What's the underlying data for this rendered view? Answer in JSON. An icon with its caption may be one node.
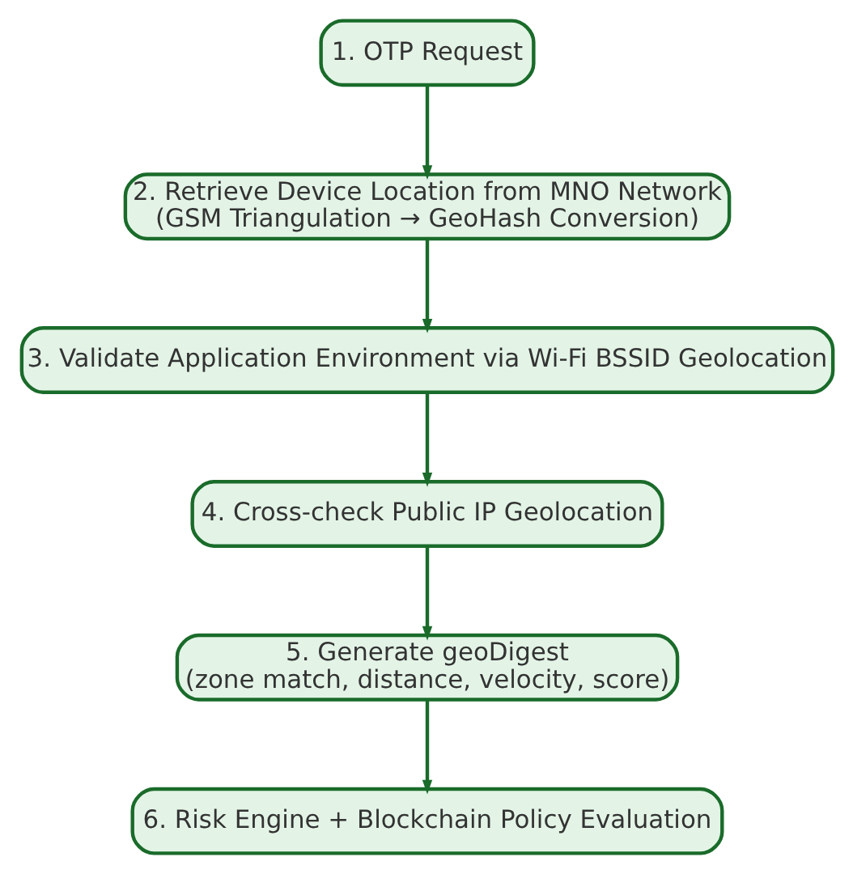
{
  "diagram": {
    "nodes": [
      {
        "text": [
          "1. OTP Request"
        ]
      },
      {
        "text": [
          "2. Retrieve Device Location from MNO Network",
          "(GSM Triangulation → GeoHash Conversion)"
        ]
      },
      {
        "text": [
          "3. Validate Application Environment via Wi-Fi BSSID Geolocation"
        ]
      },
      {
        "text": [
          "4. Cross-check Public IP Geolocation"
        ]
      },
      {
        "text": [
          "5. Generate geoDigest",
          "(zone match, distance, velocity, score)"
        ]
      },
      {
        "text": [
          "6. Risk Engine + Blockchain Policy Evaluation"
        ]
      }
    ],
    "edges": [
      {
        "from": 0,
        "to": 1,
        "arrow": "to"
      },
      {
        "from": 1,
        "to": 2,
        "arrow": "to"
      },
      {
        "from": 2,
        "to": 3,
        "arrow": "to"
      },
      {
        "from": 3,
        "to": 4,
        "arrow": "to"
      },
      {
        "from": 4,
        "to": 5,
        "arrow": "to"
      }
    ]
  }
}
